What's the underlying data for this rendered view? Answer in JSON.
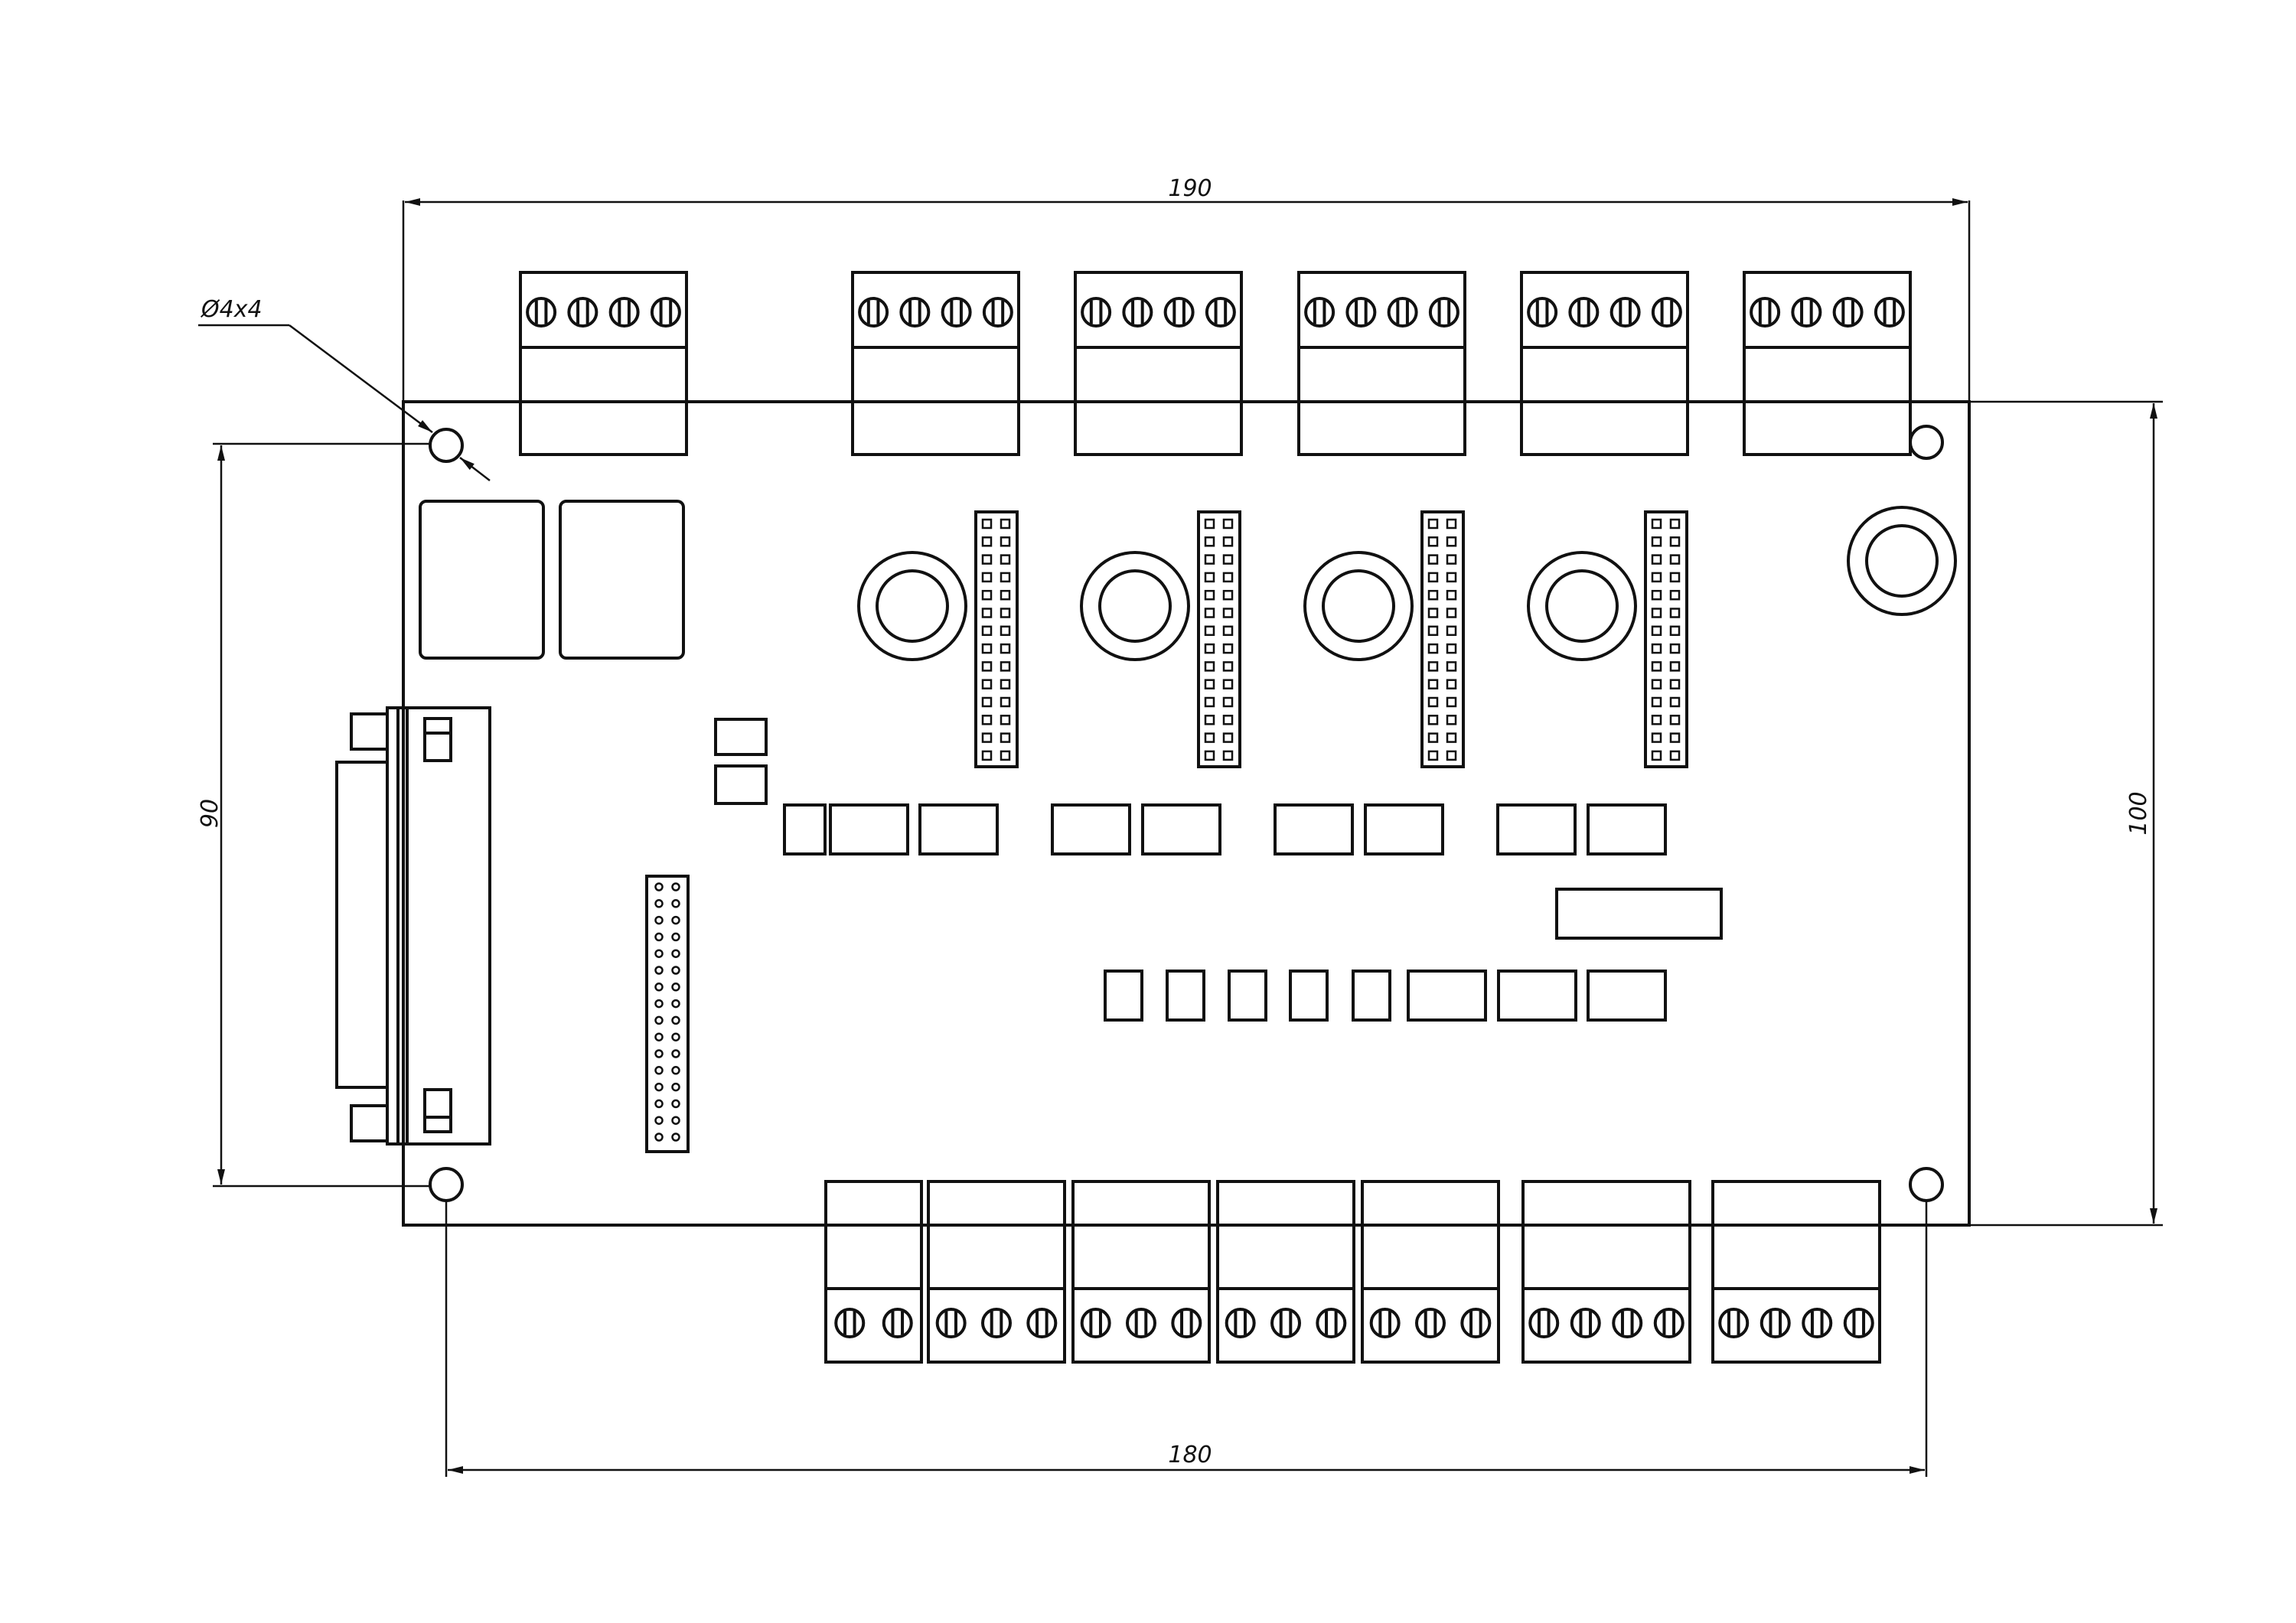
{
  "drawing": {
    "kind": "pcb-outline-drawing",
    "line_color": "#111111",
    "background": "#ffffff"
  },
  "dimensions": {
    "width_top": "190",
    "hole_spacing_horizontal": "180",
    "hole_spacing_vertical": "90",
    "height_right": "100",
    "hole_callout": "Ø4x4"
  },
  "components": {
    "top_terminal_blocks": [
      {
        "pins": 4
      },
      {
        "pins": 4
      },
      {
        "pins": 4
      },
      {
        "pins": 4
      },
      {
        "pins": 4
      },
      {
        "pins": 4
      }
    ],
    "bottom_terminal_blocks": [
      {
        "pins": 2
      },
      {
        "pins": 3
      },
      {
        "pins": 3
      },
      {
        "pins": 3
      },
      {
        "pins": 3
      },
      {
        "pins": 4
      },
      {
        "pins": 4
      }
    ],
    "mounting_holes": 4,
    "inductors_with_headers": 4,
    "db25_connector": 1,
    "idc_header": 1
  }
}
